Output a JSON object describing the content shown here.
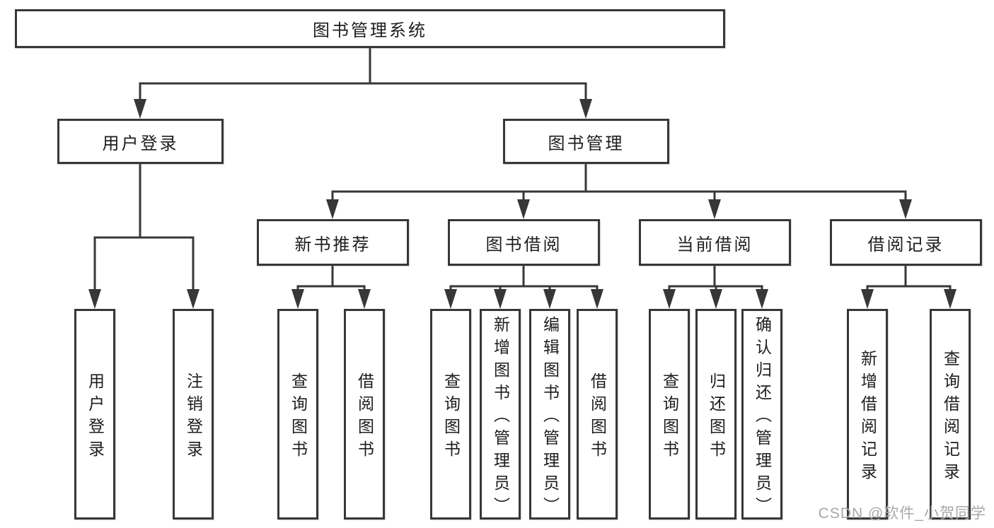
{
  "colors": {
    "line": "#373737",
    "node_text": "#1d1d1d",
    "watermark_text": "#a8a8a8",
    "background": "#ffffff"
  },
  "watermark": {
    "text": "CSDN @软件_小贺同学"
  },
  "tree": {
    "root": {
      "label": "图书管理系统",
      "children": [
        {
          "label": "用户登录",
          "children": [
            {
              "label": "用户登录"
            },
            {
              "label": "注销登录"
            }
          ]
        },
        {
          "label": "图书管理",
          "children": [
            {
              "label": "新书推荐",
              "children": [
                {
                  "label": "查询图书"
                },
                {
                  "label": "借阅图书"
                }
              ]
            },
            {
              "label": "图书借阅",
              "children": [
                {
                  "label": "查询图书"
                },
                {
                  "label": "新增图书（管理员）"
                },
                {
                  "label": "编辑图书（管理员）"
                },
                {
                  "label": "借阅图书"
                }
              ]
            },
            {
              "label": "当前借阅",
              "children": [
                {
                  "label": "查询图书"
                },
                {
                  "label": "归还图书"
                },
                {
                  "label": "确认归还（管理员）"
                }
              ]
            },
            {
              "label": "借阅记录",
              "children": [
                {
                  "label": "新增借阅记录"
                },
                {
                  "label": "查询借阅记录"
                }
              ]
            }
          ]
        }
      ]
    }
  }
}
